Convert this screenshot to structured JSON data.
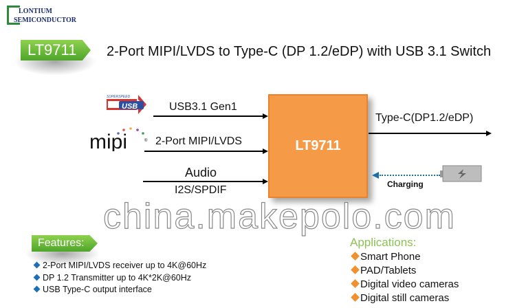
{
  "logo": {
    "line1": "LONTIUM",
    "line2": "SEMICONDUCTOR",
    "mark": "®"
  },
  "header": {
    "tag": "LT9711",
    "title": "2-Port MIPI/LVDS to Type-C (DP 1.2/eDP) with USB 3.1 Switch"
  },
  "diagram": {
    "chip": "LT9711",
    "inputs": [
      {
        "label": "USB3.1 Gen1",
        "icon": "superspeed-usb-logo",
        "logo_text": "SUPERSPEED USB"
      },
      {
        "label": "2-Port MIPI/LVDS",
        "icon": "mipi-logo",
        "logo_text": "mipi"
      },
      {
        "label": "Audio",
        "sublabel": "I2S/SPDIF"
      }
    ],
    "output": "Type-C(DP1.2/eDP)",
    "charging": "Charging",
    "chip_color": "#f59b48",
    "accent_green": "#5db032"
  },
  "features": {
    "title": "Features:",
    "items": [
      "2-Port MIPI/LVDS receiver up to 4K@60Hz",
      "DP 1.2 Transmitter up to 4K*2K@60Hz",
      "USB Type-C output interface"
    ]
  },
  "applications": {
    "title": "Applications:",
    "items": [
      "Smart Phone",
      "PAD/Tablets",
      "Digital video cameras",
      "Digital still cameras"
    ]
  },
  "watermark": "china.makepolo.com"
}
